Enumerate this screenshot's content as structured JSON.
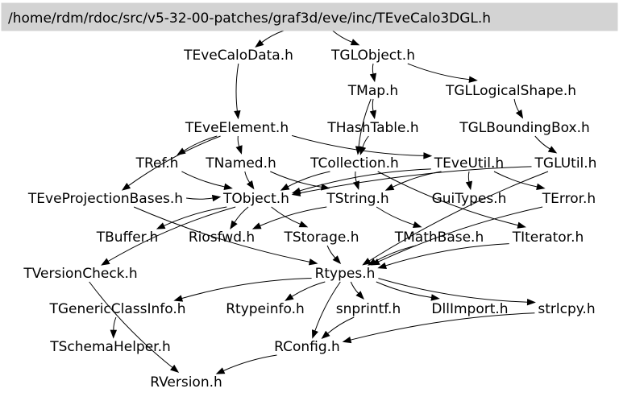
{
  "root": "/home/rdm/rdoc/src/v5-32-00-patches/graf3d/eve/inc/TEveCalo3DGL.h",
  "nodes": {
    "TEveCaloData": "TEveCaloData.h",
    "TGLObject": "TGLObject.h",
    "TMap": "TMap.h",
    "TGLLogicalShape": "TGLLogicalShape.h",
    "TEveElement": "TEveElement.h",
    "THashTable": "THashTable.h",
    "TGLBoundingBox": "TGLBoundingBox.h",
    "TRef": "TRef.h",
    "TNamed": "TNamed.h",
    "TCollection": "TCollection.h",
    "TEveUtil": "TEveUtil.h",
    "TGLUtil": "TGLUtil.h",
    "TEveProjectionBases": "TEveProjectionBases.h",
    "TObject": "TObject.h",
    "TString": "TString.h",
    "GuiTypes": "GuiTypes.h",
    "TError": "TError.h",
    "TBuffer": "TBuffer.h",
    "Riosfwd": "Riosfwd.h",
    "TStorage": "TStorage.h",
    "TMathBase": "TMathBase.h",
    "TIterator": "TIterator.h",
    "TVersionCheck": "TVersionCheck.h",
    "Rtypes": "Rtypes.h",
    "TGenericClassInfo": "TGenericClassInfo.h",
    "Rtypeinfo": "Rtypeinfo.h",
    "snprintf": "snprintf.h",
    "DllImport": "DllImport.h",
    "strlcpy": "strlcpy.h",
    "TSchemaHelper": "TSchemaHelper.h",
    "RConfig": "RConfig.h",
    "RVersion": "RVersion.h"
  },
  "edges": [
    [
      "root",
      "TEveCaloData"
    ],
    [
      "root",
      "TGLObject"
    ],
    [
      "TEveCaloData",
      "TEveElement"
    ],
    [
      "TGLObject",
      "TMap"
    ],
    [
      "TGLObject",
      "TGLLogicalShape"
    ],
    [
      "TMap",
      "THashTable"
    ],
    [
      "TMap",
      "TCollection"
    ],
    [
      "TGLLogicalShape",
      "TGLBoundingBox"
    ],
    [
      "TGLBoundingBox",
      "TGLUtil"
    ],
    [
      "THashTable",
      "TCollection"
    ],
    [
      "TEveElement",
      "TRef"
    ],
    [
      "TEveElement",
      "TNamed"
    ],
    [
      "TEveElement",
      "TEveUtil"
    ],
    [
      "TEveElement",
      "TEveProjectionBases"
    ],
    [
      "TRef",
      "TObject"
    ],
    [
      "TNamed",
      "TObject"
    ],
    [
      "TNamed",
      "TString"
    ],
    [
      "TCollection",
      "TObject"
    ],
    [
      "TCollection",
      "TString"
    ],
    [
      "TCollection",
      "TIterator"
    ],
    [
      "TEveUtil",
      "TObject"
    ],
    [
      "TEveUtil",
      "TString"
    ],
    [
      "TEveUtil",
      "GuiTypes"
    ],
    [
      "TEveUtil",
      "TError"
    ],
    [
      "TGLUtil",
      "TObject"
    ],
    [
      "TGLUtil",
      "Rtypes"
    ],
    [
      "TEveProjectionBases",
      "TObject"
    ],
    [
      "TEveProjectionBases",
      "Rtypes"
    ],
    [
      "TObject",
      "TBuffer"
    ],
    [
      "TObject",
      "Riosfwd"
    ],
    [
      "TObject",
      "TStorage"
    ],
    [
      "TObject",
      "TVersionCheck"
    ],
    [
      "TString",
      "Riosfwd"
    ],
    [
      "TString",
      "TMathBase"
    ],
    [
      "TError",
      "Rtypes"
    ],
    [
      "TStorage",
      "Rtypes"
    ],
    [
      "TMathBase",
      "Rtypes"
    ],
    [
      "TIterator",
      "Rtypes"
    ],
    [
      "TVersionCheck",
      "RVersion"
    ],
    [
      "Rtypes",
      "TGenericClassInfo"
    ],
    [
      "Rtypes",
      "Rtypeinfo"
    ],
    [
      "Rtypes",
      "snprintf"
    ],
    [
      "Rtypes",
      "DllImport"
    ],
    [
      "Rtypes",
      "strlcpy"
    ],
    [
      "Rtypes",
      "RConfig"
    ],
    [
      "TGenericClassInfo",
      "TSchemaHelper"
    ],
    [
      "snprintf",
      "RConfig"
    ],
    [
      "strlcpy",
      "RConfig"
    ],
    [
      "RConfig",
      "RVersion"
    ]
  ]
}
